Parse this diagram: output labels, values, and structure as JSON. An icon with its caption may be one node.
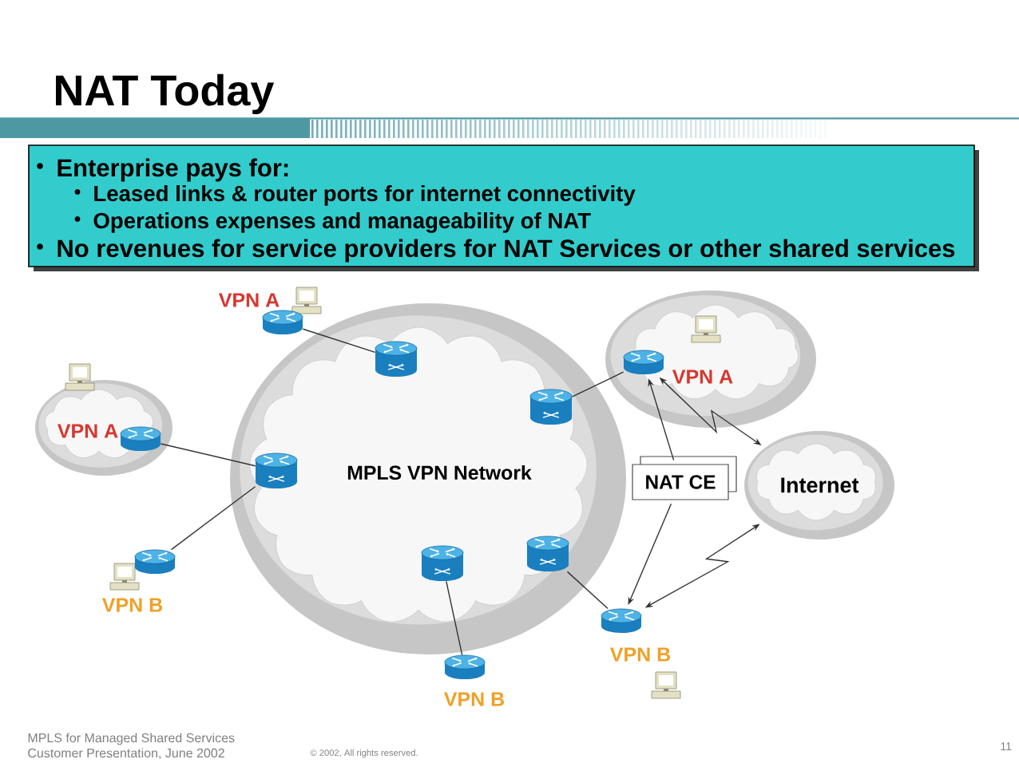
{
  "diagram": {
    "title": "NAT Today",
    "nodes": [
      {
        "text": [
          "Enterprise pays for:",
          "Leased links & router ports for internet connectivity",
          "Operations expenses and manageability of NAT",
          "No revenues for service providers for NAT Services or other shared services"
        ]
      },
      {
        "text": [],
        "shape": "cylinder",
        "beside": [
          "VPN A"
        ]
      },
      {
        "text": [
          "VPN A"
        ]
      },
      {
        "text": [],
        "shape": "cylinder",
        "in": 2
      },
      {
        "text": [
          "MPLS VPN Network"
        ]
      },
      {
        "text": [],
        "shape": "cylinder",
        "in": 4
      },
      {
        "text": [],
        "shape": "cylinder",
        "in": 4
      },
      {
        "text": [],
        "shape": "cylinder",
        "in": 4
      },
      {
        "text": [],
        "shape": "cylinder",
        "in": 4
      },
      {
        "text": [],
        "shape": "cylinder",
        "in": 4
      },
      {
        "text": [
          "VPN A"
        ]
      },
      {
        "text": [],
        "shape": "cylinder",
        "in": 10
      },
      {
        "text": [
          "NAT CE"
        ]
      },
      {
        "text": [
          "Internet"
        ]
      },
      {
        "text": [],
        "shape": "cylinder",
        "beside": [
          "VPN B"
        ]
      },
      {
        "text": [],
        "shape": "cylinder",
        "beside": [
          "VPN B"
        ]
      },
      {
        "text": [],
        "shape": "cylinder",
        "beside": [
          "VPN B"
        ]
      }
    ],
    "edges": [
      {
        "from": 1,
        "to": 5,
        "arrow": "none"
      },
      {
        "from": 11,
        "to": 7,
        "arrow": "none"
      },
      {
        "from": 7,
        "to": 14,
        "arrow": "none"
      },
      {
        "from": 6,
        "to": 3,
        "arrow": "none"
      },
      {
        "from": 8,
        "to": 15,
        "arrow": "none"
      },
      {
        "from": 9,
        "to": 16,
        "arrow": "none"
      },
      {
        "from": 12,
        "to": 3,
        "arrow": "to"
      },
      {
        "from": 12,
        "to": 15,
        "arrow": "to"
      },
      {
        "from": 3,
        "to": 13,
        "arrow": "both"
      },
      {
        "from": 13,
        "to": 15,
        "arrow": "both"
      }
    ],
    "labels": [
      "MPLS for Managed Shared Services",
      "Customer Presentation, June 2002",
      "© 2002, All rights reserved.",
      "11"
    ]
  }
}
